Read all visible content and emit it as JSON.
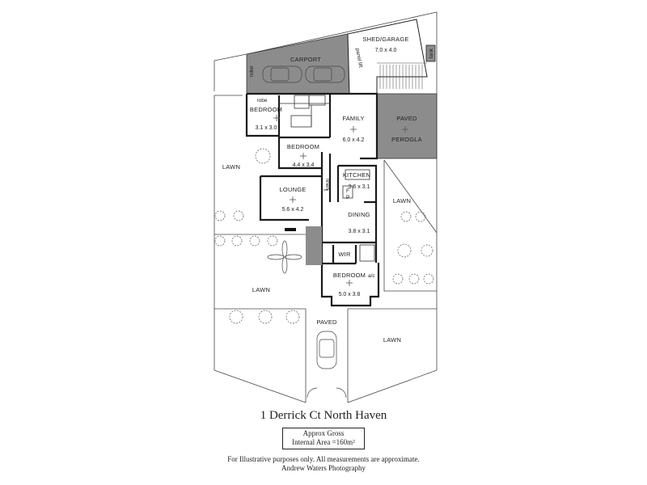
{
  "plan": {
    "shed_garage": {
      "label": "SHED/GARAGE",
      "dim": "7.0 x 4.0"
    },
    "carport": {
      "label": "CARPORT"
    },
    "panel_lift": "panel lift",
    "roller": "roller",
    "tank": "tank",
    "robe": "robe",
    "bedroom_1": {
      "label": "BEDROOM",
      "dim": "3.1 x 3.0"
    },
    "bedroom_2": {
      "label": "BEDROOM",
      "dim": "4.4 x 3.4"
    },
    "family": {
      "label": "FAMILY",
      "dim": "6.0 x 4.2"
    },
    "paved_perogla": {
      "label": "PAVED",
      "sub": "PEROGLA"
    },
    "kitchen": {
      "label": "KITCHEN",
      "dim": "3.6 x 3.1",
      "f": "F",
      "p": "P"
    },
    "lounge": {
      "label": "LOUNGE",
      "dim": "5.6 x 4.2"
    },
    "linen": "linen",
    "dining": {
      "label": "DINING",
      "dim": "3.8 x 3.1"
    },
    "wir": "WIR",
    "bedroom_3": {
      "label": "BEDROOM",
      "dim": "5.0 x 3.8",
      "ac": "a/c"
    },
    "lawn_left": "LAWN",
    "lawn_right": "LAWN",
    "lawn_middle": "LAWN",
    "lawn_bottom": "LAWN",
    "paved_front": "PAVED"
  },
  "footer": {
    "address": "1 Derrick Ct North Haven",
    "area_line1": "Approx Gross",
    "area_line2": "Internal Area =160m²",
    "disclaimer": "For Illustrative purposes only.  All measurements are approximate.",
    "credit": "Andrew Waters Photography"
  },
  "colors": {
    "grey_fill": "#8c8c8c",
    "wall": "#1a1a1a",
    "line": "#333333"
  }
}
